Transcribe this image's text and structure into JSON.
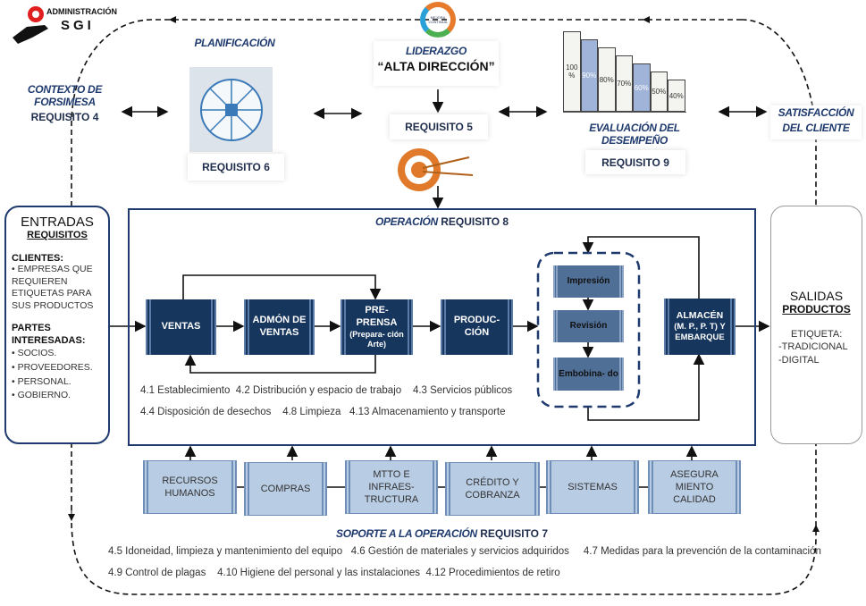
{
  "logo": {
    "line1": "ADMINISTRACIÓN",
    "line2": "SGI"
  },
  "contexto": {
    "title": "CONTEXTO DE FORSIMESA",
    "req": "REQUISITO 4"
  },
  "planificacion": {
    "title": "PLANIFICACIÓN",
    "req": "REQUISITO 6"
  },
  "liderazgo": {
    "title": "LIDERAZGO",
    "subtitle": "“ALTA DIRECCIÓN”",
    "req": "REQUISITO 5",
    "logo_text": "MEJORA CONTINUA"
  },
  "evaluacion": {
    "title": "EVALUACIÓN DEL DESEMPEÑO",
    "req": "REQUISITO 9",
    "bars": [
      {
        "label": "100 %",
        "value": 100,
        "highlight": false
      },
      {
        "label": "90%",
        "value": 90,
        "highlight": true
      },
      {
        "label": "80%",
        "value": 80,
        "highlight": false
      },
      {
        "label": "70%",
        "value": 70,
        "highlight": false
      },
      {
        "label": "60%",
        "value": 60,
        "highlight": true
      },
      {
        "label": "50%",
        "value": 50,
        "highlight": false
      },
      {
        "label": "40%",
        "value": 40,
        "highlight": false
      }
    ]
  },
  "satisfaccion": {
    "title": "SATISFACCIÓN DEL CLIENTE"
  },
  "entradas": {
    "title": "ENTRADAS",
    "subtitle": "REQUISITOS",
    "clientes_label": "CLIENTES:",
    "clientes": [
      "EMPRESAS QUE REQUIEREN ETIQUETAS PARA SUS PRODUCTOS"
    ],
    "partes_label": "PARTES INTERESADAS:",
    "partes": [
      "SOCIOS.",
      "PROVEEDORES.",
      "PERSONAL.",
      "GOBIERNO."
    ]
  },
  "operacion": {
    "title_italic": "OPERACIÓN",
    "title_req": "REQUISITO 8",
    "steps": {
      "ventas": "VENTAS",
      "admon": "ADMÓN DE VENTAS",
      "preprensa": "PRE- PRENSA",
      "preprensa_sub": "(Prepara- ción Arte)",
      "produccion": "PRODUC- CIÓN",
      "impresion": "Impresión",
      "revision": "Revisión",
      "embobinado": "Embobina- do",
      "almacen": "ALMACÉN",
      "almacen_sub": "(M. P., P. T) Y EMBARQUE"
    },
    "notes": [
      [
        "4.1 Establecimiento",
        "4.2 Distribución y espacio de trabajo",
        "4.3 Servicios públicos"
      ],
      [
        "4.4 Disposición de desechos",
        "4.8 Limpieza",
        "4.13 Almacenamiento y transporte"
      ]
    ]
  },
  "salidas": {
    "title": "SALIDAS",
    "subtitle": "PRODUCTOS",
    "lines": [
      "ETIQUETA:",
      "-TRADICIONAL",
      "-DIGITAL"
    ]
  },
  "soporte": {
    "title_italic": "SOPORTE A LA OPERACIÓN",
    "title_req": "REQUISITO 7",
    "boxes": [
      "RECURSOS HUMANOS",
      "COMPRAS",
      "MTTO E INFRAES- TRUCTURA",
      "CRÉDITO Y COBRANZA",
      "SISTEMAS",
      "ASEGURA MIENTO CALIDAD"
    ],
    "notes": [
      [
        "4.5 Idoneidad, limpieza y mantenimiento del equipo",
        "4.6 Gestión de materiales y servicios adquiridos",
        "4.7 Medidas para la prevención de la contaminación"
      ],
      [
        "4.9 Control de plagas",
        "4.10 Higiene del personal y las instalaciones",
        "4.12 Procedimientos de retiro"
      ]
    ]
  },
  "colors": {
    "process": "#17365d",
    "subprocess": "#4f6f96",
    "support": "#b8cce4",
    "title": "#1f3a6e"
  }
}
